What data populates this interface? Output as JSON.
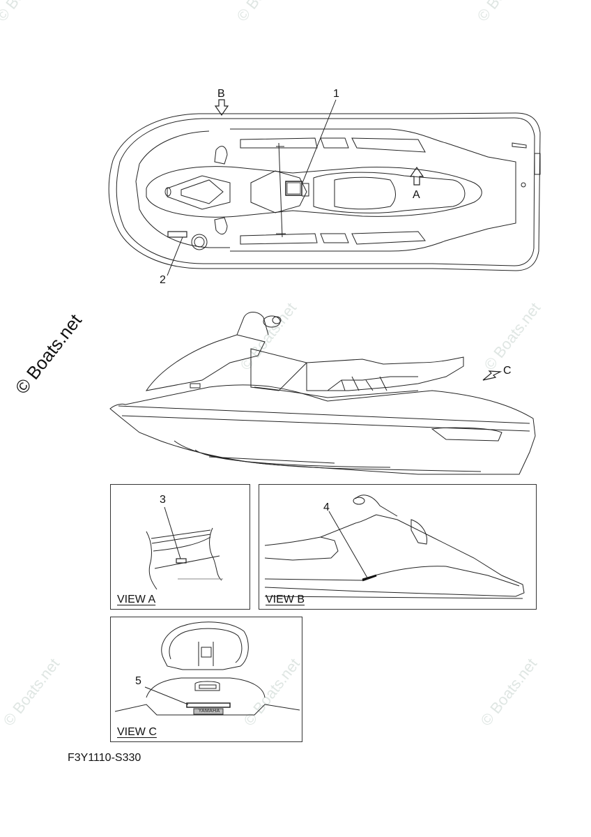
{
  "watermark": {
    "text": "© Boats.net",
    "color": "#dfe6e3"
  },
  "top_view": {
    "callouts": [
      {
        "id": "1",
        "label": "1"
      },
      {
        "id": "2",
        "label": "2"
      }
    ],
    "view_arrows": [
      {
        "id": "A",
        "label": "A"
      },
      {
        "id": "B",
        "label": "B"
      }
    ]
  },
  "side_view": {
    "view_arrows": [
      {
        "id": "C",
        "label": "C"
      }
    ]
  },
  "detail_views": [
    {
      "title": "VIEW A",
      "callout": "3"
    },
    {
      "title": "VIEW B",
      "callout": "4"
    },
    {
      "title": "VIEW C",
      "callout": "5",
      "badge_text": "YAMAHA"
    }
  ],
  "diagram_code": "F3Y1110-S330"
}
